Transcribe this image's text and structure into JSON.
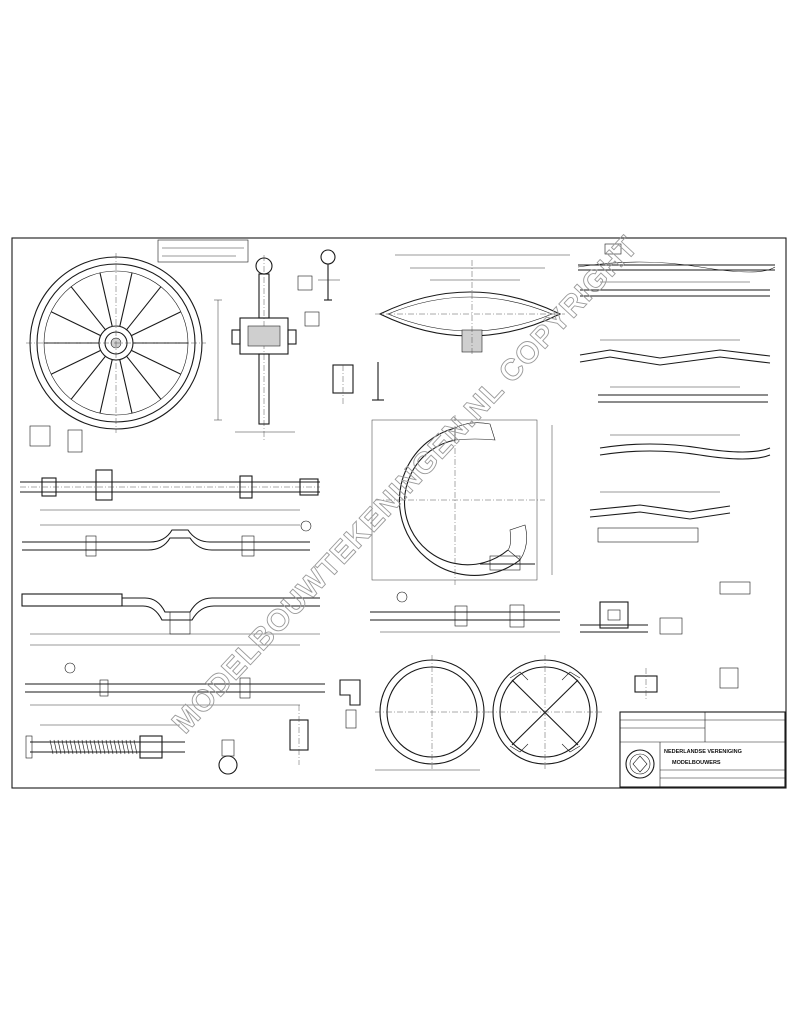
{
  "watermark": "MODELBOUWTEKENINGEN.NL COPYRIGHT",
  "title_block": {
    "company_line1": "NEDERLANDSE VERENIGING",
    "company_line2": "MODELBOUWERS"
  },
  "colors": {
    "ink": "#1a1a1a",
    "paper": "#ffffff",
    "watermark": "#9a9a9a"
  }
}
